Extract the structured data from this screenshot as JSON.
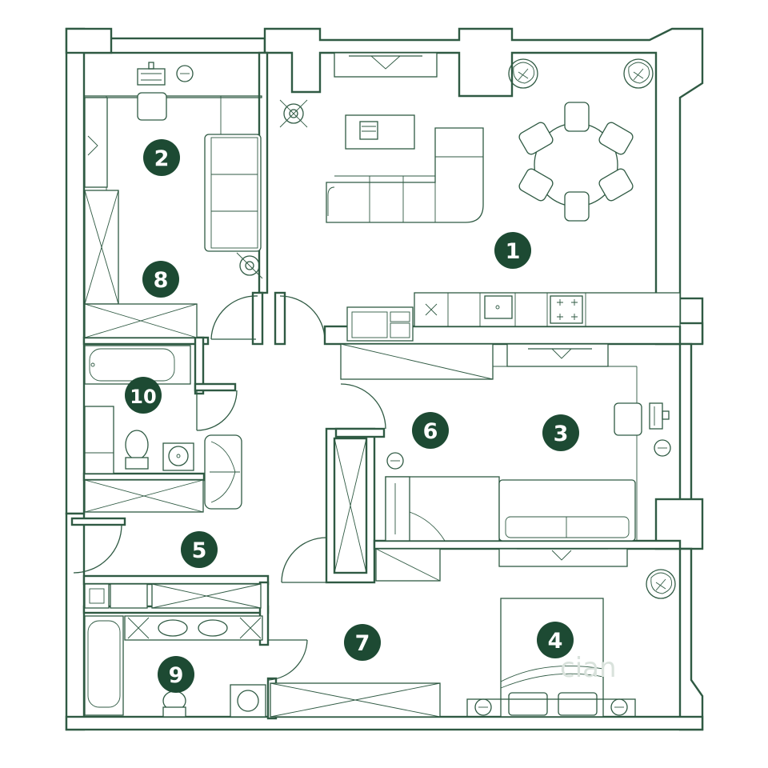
{
  "colors": {
    "line": "#2f5a43",
    "badge": "#1d4a33",
    "badge_text": "#ffffff",
    "background": "#ffffff"
  },
  "rooms": [
    {
      "id": "room-1",
      "label": "1"
    },
    {
      "id": "room-2",
      "label": "2"
    },
    {
      "id": "room-3",
      "label": "3"
    },
    {
      "id": "room-4",
      "label": "4"
    },
    {
      "id": "room-5",
      "label": "5"
    },
    {
      "id": "room-6",
      "label": "6"
    },
    {
      "id": "room-7",
      "label": "7"
    },
    {
      "id": "room-8",
      "label": "8"
    },
    {
      "id": "room-9",
      "label": "9"
    },
    {
      "id": "room-10",
      "label": "10"
    }
  ],
  "icons": [
    "plant-icon",
    "sofa-icon",
    "dining-table-icon",
    "bed-icon",
    "bathtub-icon",
    "toilet-icon",
    "sink-icon",
    "stove-icon",
    "desk-icon",
    "chair-icon",
    "lamp-icon",
    "wardrobe-icon",
    "washing-machine-icon",
    "laptop-icon"
  ]
}
